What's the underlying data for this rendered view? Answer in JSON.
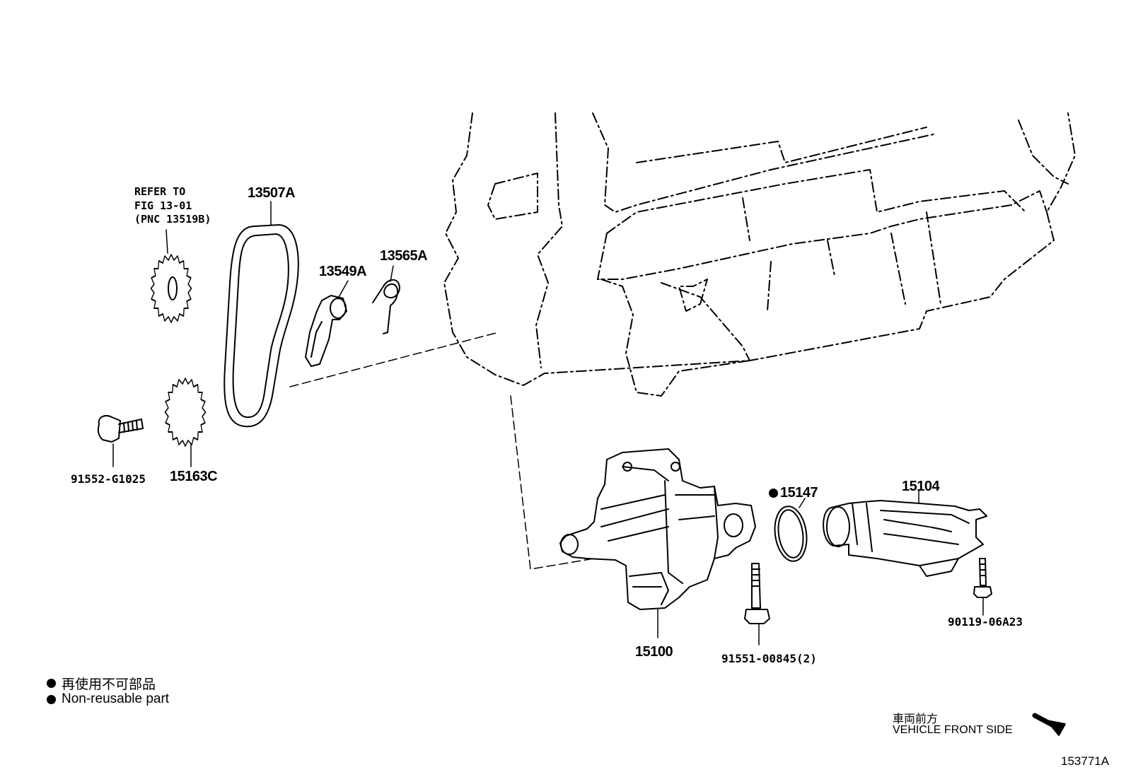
{
  "refer_note": {
    "line1": "REFER TO",
    "line2": "FIG 13-01",
    "line3": "(PNC 13519B)"
  },
  "parts": {
    "p13507A": "13507A",
    "p13549A": "13549A",
    "p13565A": "13565A",
    "p91552": "91552-G1025",
    "p15163C": "15163C",
    "p15147": "15147",
    "p15104": "15104",
    "p15100": "15100",
    "p91551": "91551-00845(2)",
    "p90119": "90119-06A23"
  },
  "legend": {
    "jp": "再使用不可部品",
    "en": "Non-reusable part"
  },
  "vehicle_front": {
    "jp": "車両前方",
    "en": "VEHICLE FRONT SIDE"
  },
  "figure_id": "153771A"
}
